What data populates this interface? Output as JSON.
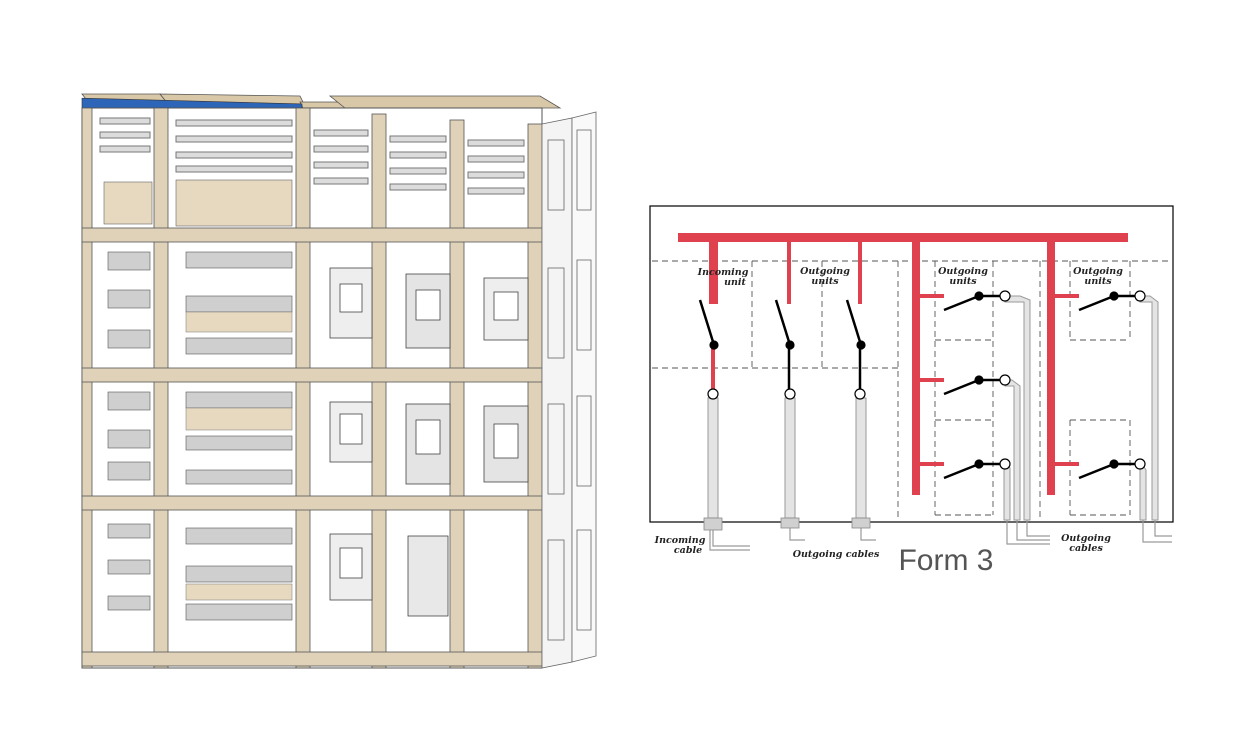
{
  "diagram": {
    "title": "Form 3",
    "labels": {
      "incoming_unit": [
        "Incoming",
        "unit"
      ],
      "outgoing_units_1": [
        "Outgoing",
        "units"
      ],
      "outgoing_units_2": [
        "Outgoing",
        "units"
      ],
      "outgoing_units_3": [
        "Outgoing",
        "units"
      ],
      "incoming_cable": [
        "Incoming",
        "cable"
      ],
      "outgoing_cables_1": "Outgoing cables",
      "outgoing_cables_2": [
        "Outgoing",
        "cables"
      ]
    },
    "colors": {
      "busbar": "#e0414f",
      "frame": "#000000",
      "cable": "#c8c8c8",
      "switch": "#000000"
    }
  },
  "cabinet": {
    "colors": {
      "frame": "#e0d2b8",
      "top_cover": "#2d66b8",
      "outline": "#555555",
      "side_panel": "#f4f4f4"
    }
  }
}
